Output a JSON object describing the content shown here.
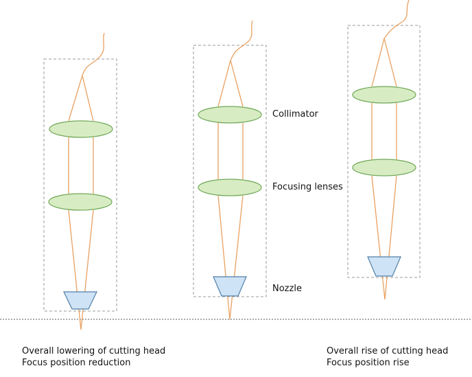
{
  "labels": {
    "collimator": "Collimator",
    "focusing": "Focusing lenses",
    "nozzle": "Nozzle"
  },
  "captions": {
    "left_line1": "Overall lowering of cutting head",
    "left_line2": "Focus position reduction",
    "right_line1": "Overall rise of cutting head",
    "right_line2": "Focus position rise"
  },
  "colors": {
    "beam": "#e8a060",
    "lens_fill": "#d8ecc4",
    "lens_stroke": "#6fa856",
    "nozzle_fill": "#cfe3f6",
    "nozzle_stroke": "#4f7fa8",
    "frame": "#9a9a9a"
  }
}
